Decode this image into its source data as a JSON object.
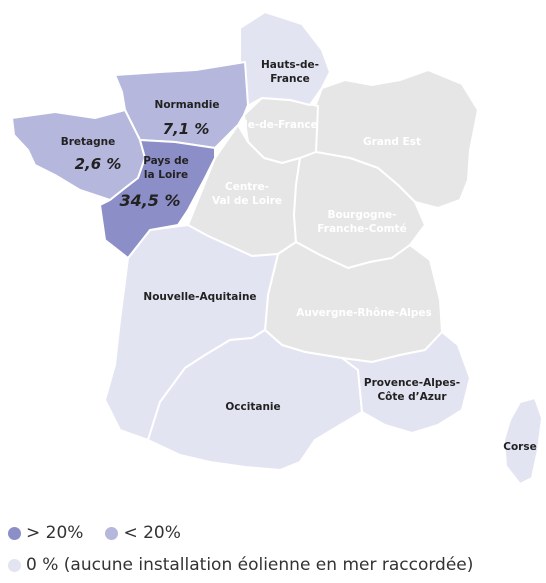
{
  "colors": {
    "high": "#8C8EC7",
    "low": "#B5B7DD",
    "zero_focus": "#E3E4F2",
    "no_data": "#E6E6E6"
  },
  "regions": {
    "hauts_de_france": {
      "name": "Hauts-de-France"
    },
    "normandie": {
      "name": "Normandie",
      "value": "7,1 %"
    },
    "bretagne": {
      "name": "Bretagne",
      "value": "2,6 %"
    },
    "pays_de_la_loire": {
      "name": "Pays de la Loire",
      "value": "34,5 %"
    },
    "ile_de_france": {
      "name": "Ile-de-France"
    },
    "grand_est": {
      "name": "Grand Est"
    },
    "centre_val_de_loire": {
      "name": "Centre-Val de Loire"
    },
    "bourgogne_franche_comte": {
      "name": "Bourgogne-Franche-Comté"
    },
    "nouvelle_aquitaine": {
      "name": "Nouvelle-Aquitaine"
    },
    "auvergne_rhone_alpes": {
      "name": "Auvergne-Rhône-Alpes"
    },
    "occitanie": {
      "name": "Occitanie"
    },
    "provence_alpes_cote_d_azur": {
      "name": "Provence-Alpes-Côte d'Azur"
    },
    "corse": {
      "name": "Corse"
    }
  },
  "legend": {
    "high": "> 20%",
    "low": "< 20%",
    "zero": "0 % (aucune installation éolienne en mer raccordée)"
  }
}
